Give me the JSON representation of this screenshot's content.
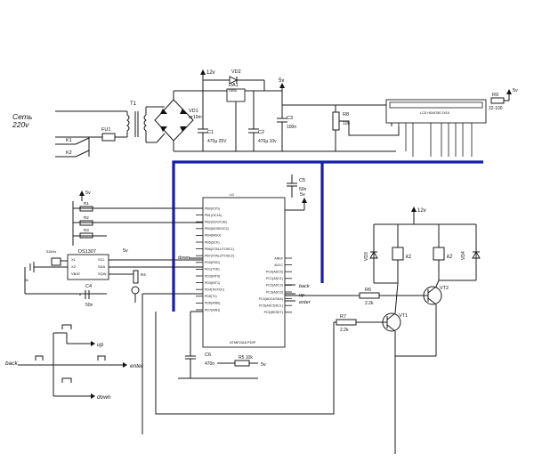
{
  "mains": {
    "label_line1": "Сеть",
    "label_line2": "220v"
  },
  "parts": {
    "t1": "T1",
    "fu1": "FU1",
    "k1": "K1",
    "k2": "K2",
    "vd1": "VD1",
    "vd1_type": "ат10m",
    "vd2": "VD2",
    "da1": "DA1",
    "da1_type": "7805",
    "c1": "C1",
    "c1_val": "470µ 25V",
    "c2": "C2",
    "c2_val": "470µ 10v",
    "c3": "C3",
    "c3_val": "100n",
    "r8": "R8",
    "r8_val": "10k",
    "r9": "R9",
    "r9_val": "22-100",
    "lcd": "LCD HD44780 2X16",
    "c5": "C5",
    "c5_val": "50n",
    "mcu_hdr": "U1",
    "mcu": "ATMEGA8 PDIP",
    "ds1307": "DS1307",
    "c4": "C4",
    "c4_val": "50n",
    "r5": "R5",
    "r4": "R4",
    "r3k": "2.2k",
    "c6": "C6",
    "c6_val": "470n",
    "r5b": "R5 10k",
    "r6": "R6",
    "r6_val": "2.2k",
    "r7": "R7",
    "r7_val": "2.2k",
    "vt1": "VT1",
    "vt2": "VT2",
    "vd3": "VD3",
    "vd4": "VD4",
    "k1b": "k1",
    "k2b": "k2"
  },
  "power": {
    "v12": "12v",
    "v5": "5v",
    "v12b": "12v"
  },
  "pins_left": [
    "PB0(ICP1)",
    "PB1(OC1A)",
    "PB2(SS/OC1B)",
    "PB3(MOSI/OC2)",
    "PB4(MISO)",
    "PB5(SCK)",
    "PB6(XTAL1/TOSC1)",
    "PB7(XTAL2/TOSC2)",
    "PD0(RXD)",
    "PD1(TXD)",
    "PD2(INT0)",
    "PD3(INT1)",
    "PD4(T0/XCK)",
    "PD5(T1)",
    "PD6(AIN0)",
    "PD7(AIN1)"
  ],
  "pins_right": [
    "AREF",
    "AVCC",
    "PC0(ADC0)",
    "PC1(ADC1)",
    "PC2(ADC2)",
    "PC3(ADC3)",
    "PC4(ADC4/SDA)",
    "PC5(ADC5/SCL)",
    "PC6(RESET)"
  ],
  "signals": {
    "down": "down",
    "back": "back",
    "up": "up",
    "enter": "enter"
  },
  "buttons": {
    "up": "up",
    "back": "back",
    "enter": "enter",
    "down": "down"
  }
}
